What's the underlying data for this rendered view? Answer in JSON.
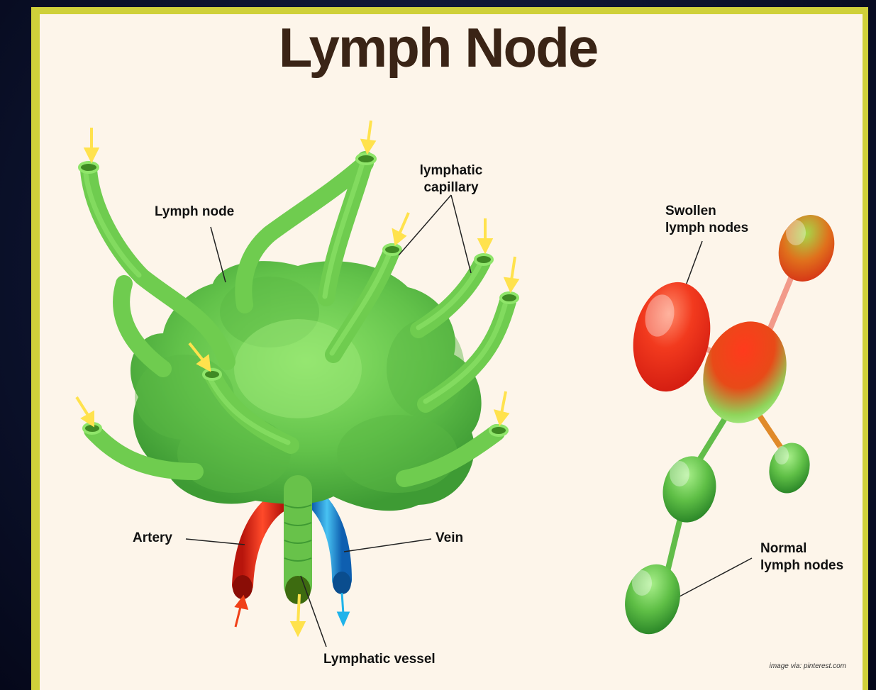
{
  "title": "Lymph Node",
  "labels": {
    "lymph_node": "Lymph node",
    "lymphatic_capillary": [
      "lymphatic",
      "capillary"
    ],
    "artery": "Artery",
    "vein": "Vein",
    "lymphatic_vessel": "Lymphatic vessel",
    "swollen_lymph_nodes": [
      "Swollen",
      "lymph nodes"
    ],
    "normal_lymph_nodes": [
      "Normal",
      "lymph nodes"
    ]
  },
  "credit": "image via: pinterest.com",
  "colors": {
    "frame": "#cfd03a",
    "background": "#fdf5ea",
    "node_green": "#6fcc4f",
    "artery_red": "#e4251a",
    "vein_blue": "#1c8ed6",
    "arrow_yellow": "#ffe24d",
    "swollen_red": "#f0321e",
    "title": "#3a2416"
  }
}
